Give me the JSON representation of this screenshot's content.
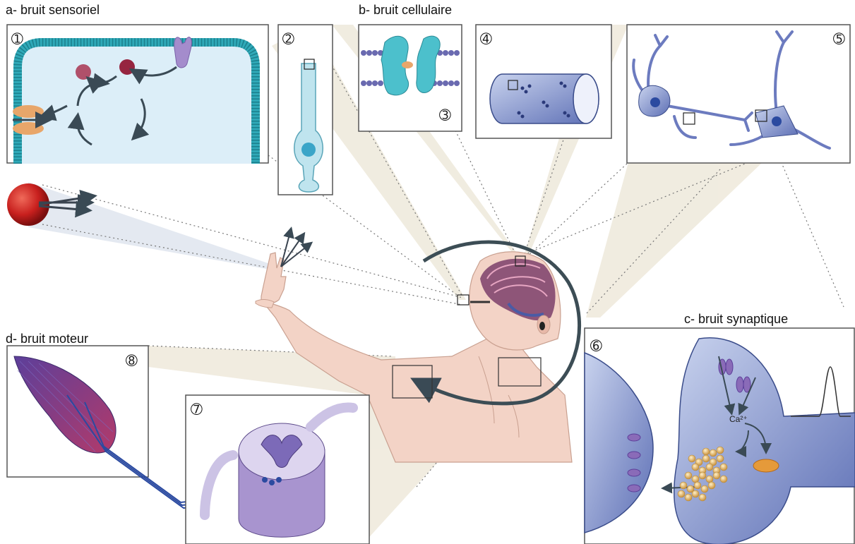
{
  "sections": {
    "a": "a- bruit sensoriel",
    "b": "b- bruit cellulaire",
    "c": "c- bruit synaptique",
    "d": "d- bruit moteur"
  },
  "panels": {
    "p1": "➀",
    "p2": "➁",
    "p3": "➂",
    "p4": "➃",
    "p5": "➄",
    "p6": "➅",
    "p7": "➆",
    "p8": "➇"
  },
  "synapse": {
    "ion_label": "Ca²⁺"
  },
  "colors": {
    "membrane": "#2fa9b8",
    "cell_fill": "#dceef8",
    "neuron": "#5b6cb3",
    "skin": "#f3d3c6",
    "ball": "#c8201e",
    "vesicle": "#e2b45a",
    "receptor": "#8a6bb8"
  }
}
